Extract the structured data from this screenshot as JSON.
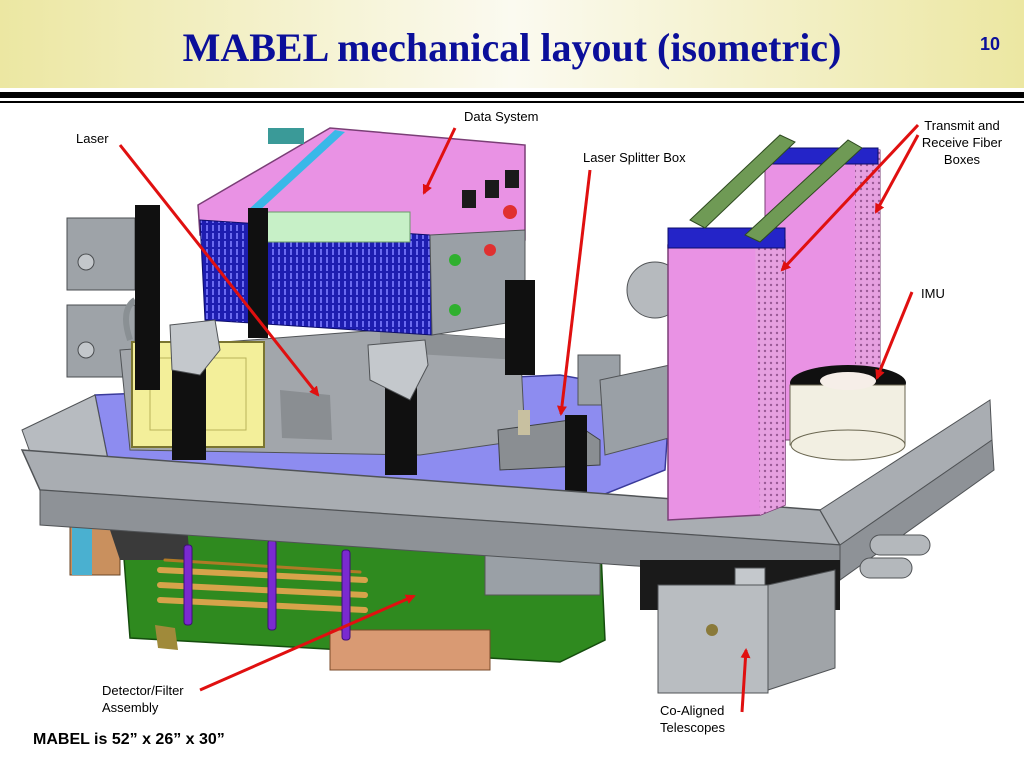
{
  "slide": {
    "title": "MABEL mechanical layout (isometric)",
    "page_number": "10"
  },
  "labels": {
    "laser": "Laser",
    "data_system": "Data System",
    "laser_splitter_box": "Laser Splitter Box",
    "fiber_boxes_1": "Transmit and",
    "fiber_boxes_2": "Receive Fiber",
    "fiber_boxes_3": "Boxes",
    "imu": "IMU",
    "detector_1": "Detector/Filter",
    "detector_2": "Assembly",
    "telescopes_1": "Co-Aligned",
    "telescopes_2": "Telescopes"
  },
  "footer": {
    "dimensions": "MABEL is 52” x 26” x 30”"
  },
  "colors": {
    "title_blue": "#0b0f9a",
    "arrow_red": "#e01010",
    "frame_gray": "#a9adb2",
    "base_purple": "#8d8cf0",
    "data_pink": "#e992e4",
    "detector_green": "#2f8a1f"
  }
}
